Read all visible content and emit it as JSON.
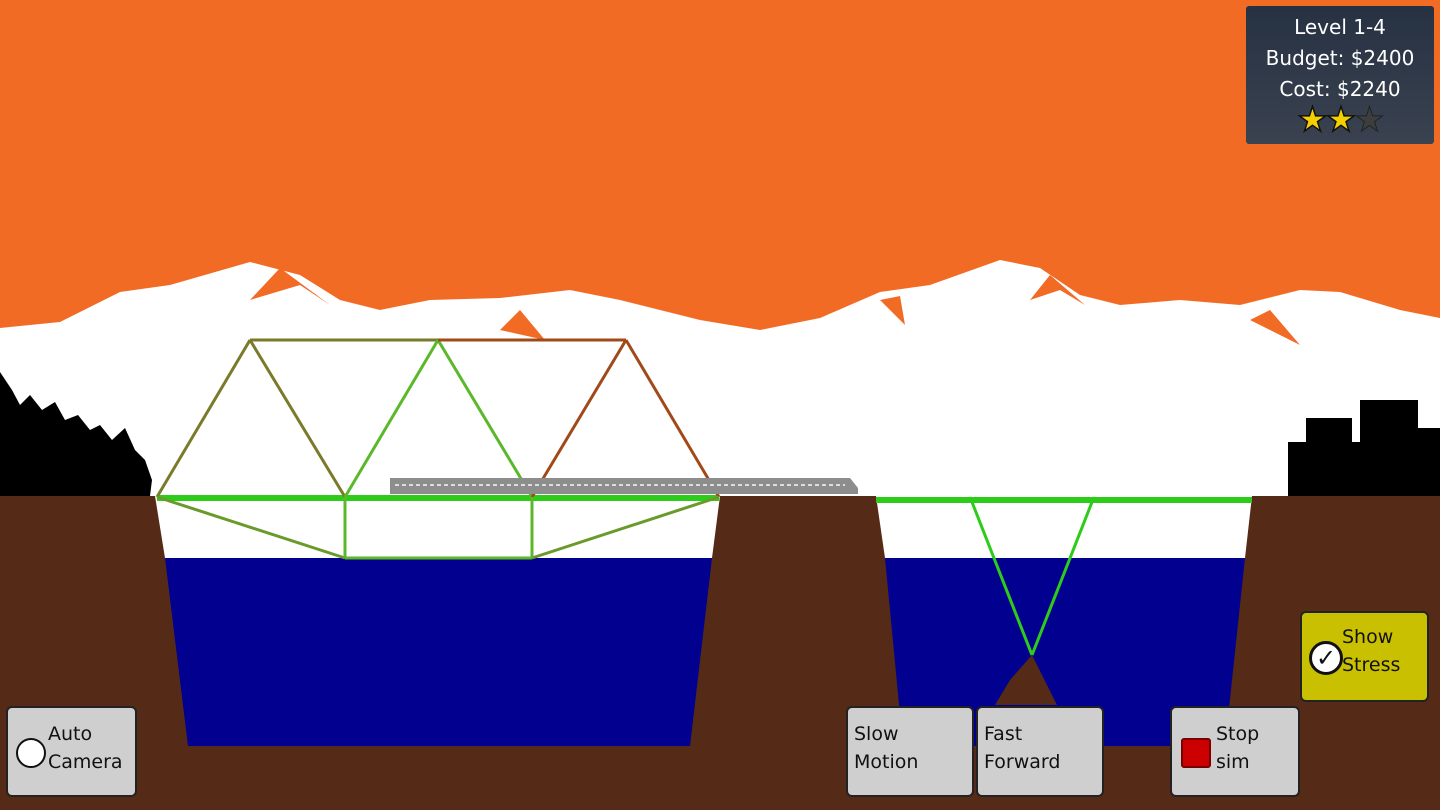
{
  "hud": {
    "level": "Level 1-4",
    "budget": "Budget: $2400",
    "cost": "Cost: $2240",
    "stars_earned": 2,
    "stars_total": 3
  },
  "buttons": {
    "auto_camera": "Auto\nCamera",
    "slow_motion": "Slow\nMotion",
    "fast_forward": "Fast\nForward",
    "stop_sim": "Stop\nsim",
    "show_stress": "Show\nStress"
  },
  "toggles": {
    "auto_camera_checked": false,
    "show_stress_checked": true
  },
  "colors": {
    "sky": "#f26b25",
    "ground": "#552a17",
    "water": "#02008f",
    "stress_low": "#5ab82a",
    "stress_mid": "#7a7a2a",
    "stress_high": "#a04a1a"
  }
}
